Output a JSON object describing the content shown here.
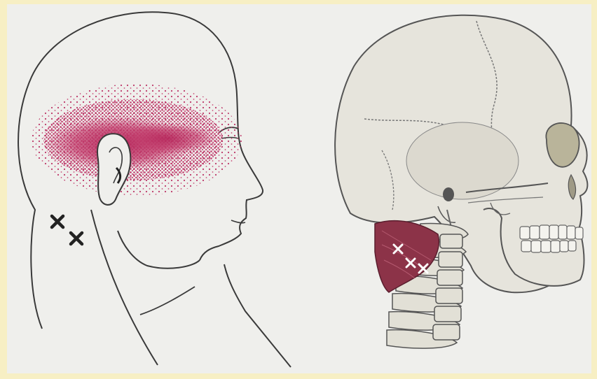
{
  "colors": {
    "border": "#f7efc4",
    "paper": "#efefec",
    "line": "#3a3a3a",
    "pain": "#b8245a",
    "muscle": "#8c3348",
    "bone": "#e6e4dc",
    "trigger_mark": "#222222"
  },
  "head_figure": {
    "icon": "head-profile-outline",
    "pain_zone_icon": "referred-pain-stipple",
    "trigger_points": [
      {
        "icon": "trigger-point-x"
      },
      {
        "icon": "trigger-point-x"
      }
    ]
  },
  "skull_figure": {
    "icon": "skull-and-cervical-spine",
    "muscle_icon": "suboccipital-muscle",
    "trigger_points": [
      {
        "icon": "trigger-point-x"
      },
      {
        "icon": "trigger-point-x"
      },
      {
        "icon": "trigger-point-x"
      }
    ]
  }
}
